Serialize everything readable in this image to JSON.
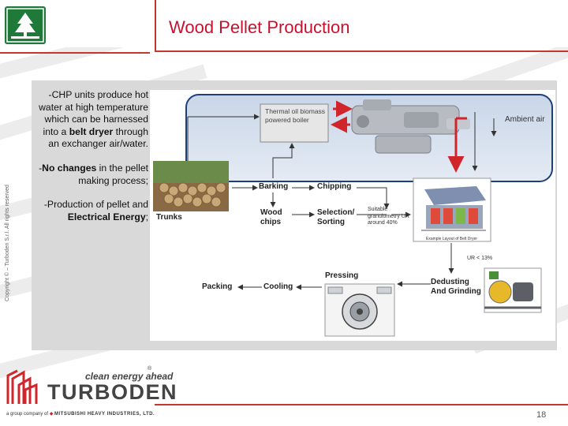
{
  "header": {
    "title": "Wood Pellet Production"
  },
  "copyright": "Copyright © – Turboden S.r.l. All rights reserved",
  "bullets": {
    "b1_pre": "-CHP units produce hot water at high temperature which can be harnessed into a ",
    "b1_bold": "belt dryer",
    "b1_post": "  through an exchanger air/water.",
    "b2_pre": "-",
    "b2_bold": "No changes",
    "b2_post": " in the pellet making process;",
    "b3_pre": "-Production of pellet and ",
    "b3_bold": "Electrical Energy",
    "b3_post": ";"
  },
  "diagram": {
    "boiler_box": "Thermal oil biomass powered boiler",
    "ambient_air": "Ambient air",
    "barking": "Barking",
    "chipping": "Chipping",
    "trunks": "Trunks",
    "wood_chips": "Wood chips",
    "selection": "Selection/ Sorting",
    "granulometry": "Suitable granulometry UR around 40%",
    "dryer_caption": "Example Layout of Belt Dryer",
    "ur_after": "UR < 13%",
    "dedusting": "Dedusting And Grinding",
    "pressing": "Pressing",
    "cooling": "Cooling",
    "packing": "Packing"
  },
  "footer": {
    "tagline": "clean energy ahead",
    "brand": "TURBODEN",
    "registered": "®",
    "group_prefix": "a group company of ",
    "group_name": "MITSUBISHI HEAVY INDUSTRIES, LTD.",
    "page_number": "18"
  },
  "colors": {
    "accent_red": "#c8102e",
    "logo_green": "#1f7a3a",
    "highlight_border": "#1f3f7a"
  }
}
